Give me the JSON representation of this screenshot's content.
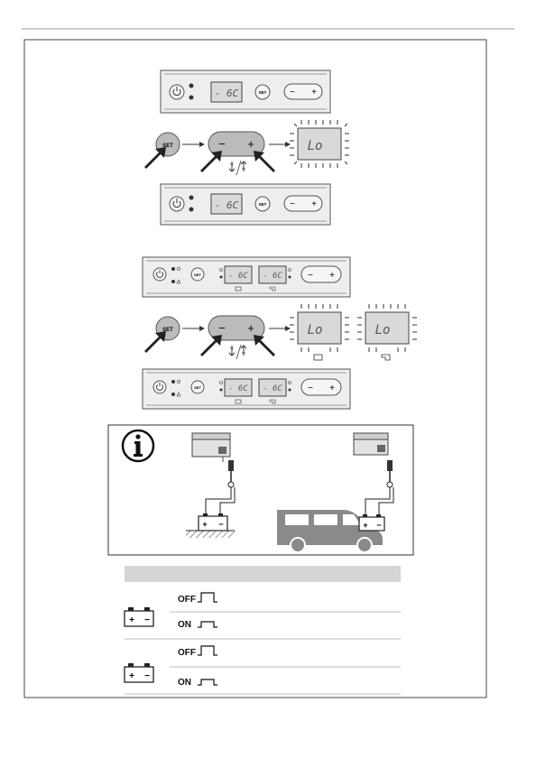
{
  "panel_top": {
    "display": "- 6C",
    "set_label": "SET",
    "minus": "−",
    "plus": "+"
  },
  "panel_bottom": {
    "display_left": "- 6C",
    "display_right": "- 6C",
    "set_label": "SET",
    "minus": "−",
    "plus": "+"
  },
  "step": {
    "set_label": "SET",
    "minus": "−",
    "plus": "+",
    "result_display": "Lo"
  },
  "table": {
    "header": "",
    "rows": [
      {
        "label": "OFF"
      },
      {
        "label": "ON"
      },
      {
        "label": "OFF"
      },
      {
        "label": "ON"
      }
    ]
  },
  "colors": {
    "panel_fill": "#ececec",
    "lcd_fill": "#d9d9d9",
    "table_header": "#d6d6d6",
    "van": "#8a8a8a",
    "arrow": "#222222"
  }
}
